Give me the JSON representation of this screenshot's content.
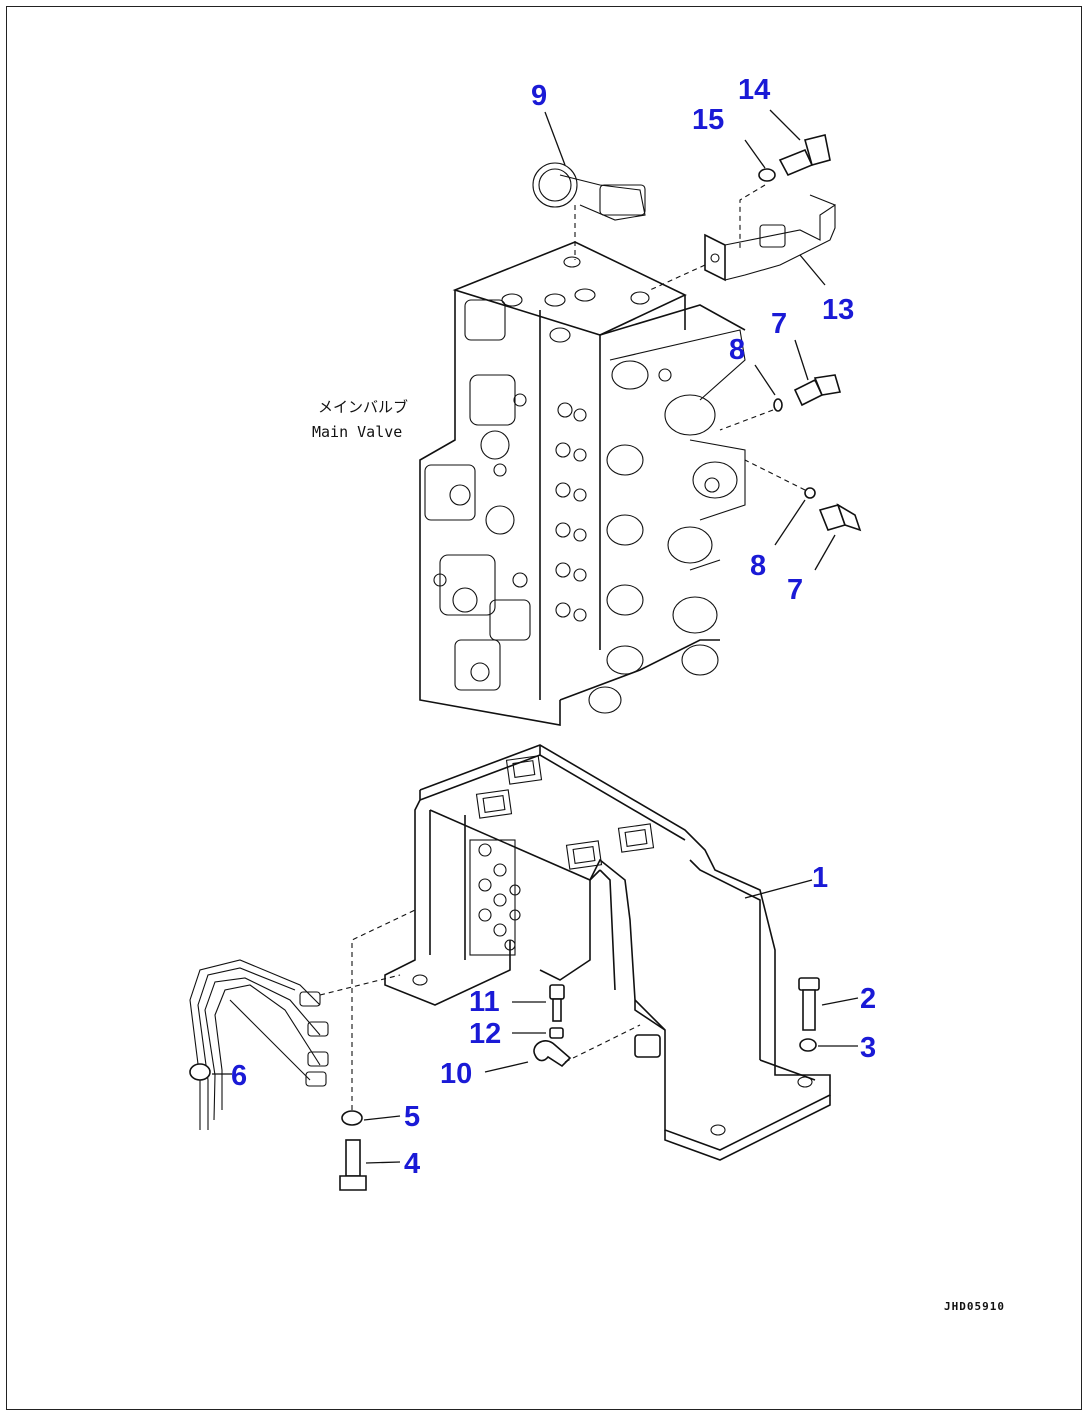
{
  "callouts": {
    "c1": "1",
    "c2": "2",
    "c3": "3",
    "c4": "4",
    "c5": "5",
    "c6": "6",
    "c7a": "7",
    "c7b": "7",
    "c8a": "8",
    "c8b": "8",
    "c9": "9",
    "c10": "10",
    "c11": "11",
    "c12": "12",
    "c13": "13",
    "c14": "14",
    "c15": "15"
  },
  "main_valve_label_jp": "メインバルブ",
  "main_valve_label_en": "Main Valve",
  "drawing_id": "JHD05910",
  "colors": {
    "callout": "#1a1ad6",
    "line": "#111111"
  }
}
